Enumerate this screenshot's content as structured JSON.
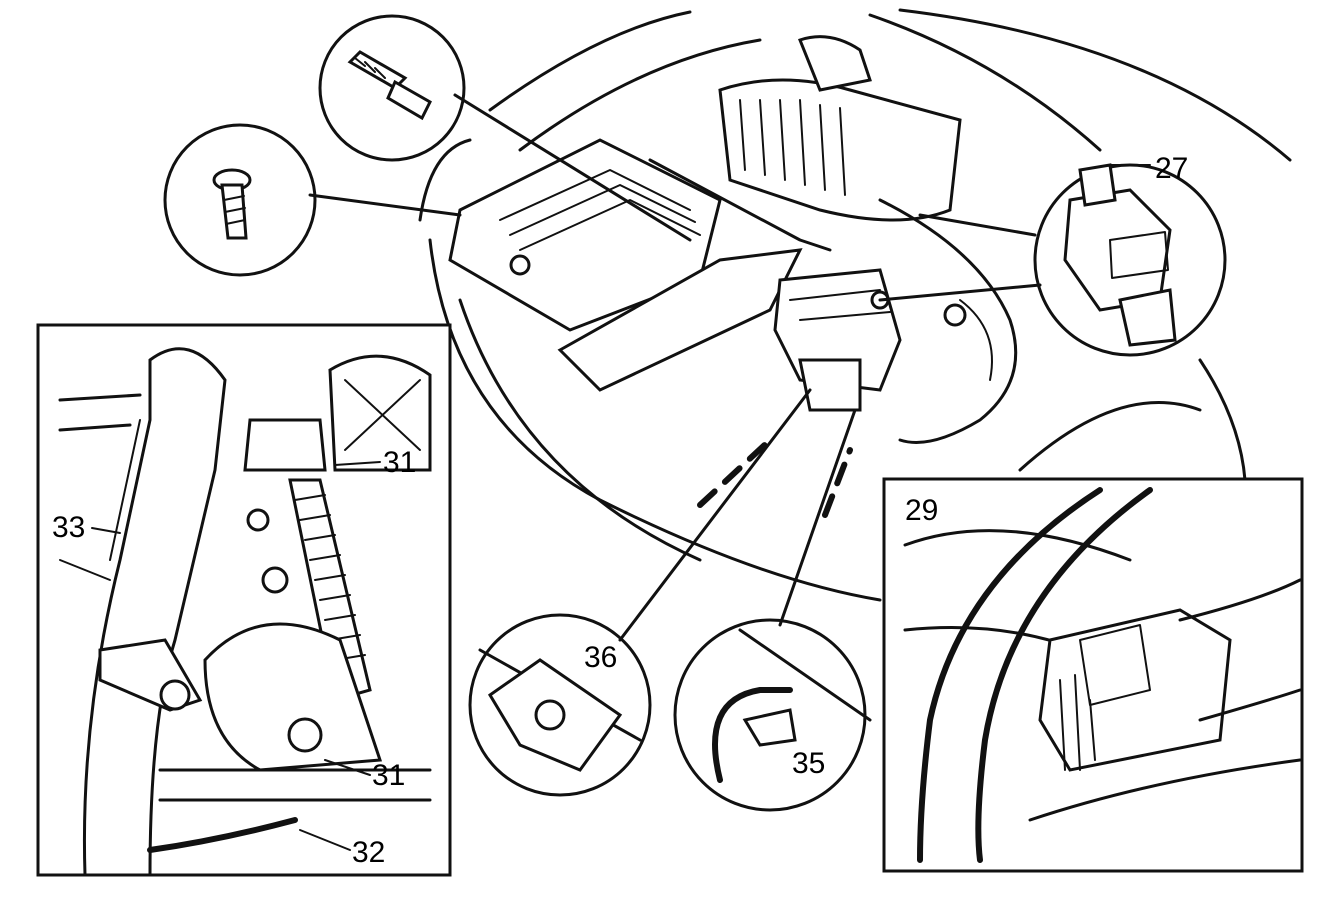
{
  "callouts": {
    "c27": "27",
    "c29": "29",
    "c31a": "31",
    "c31b": "31",
    "c32": "32",
    "c33": "33",
    "c35": "35",
    "c36": "36"
  }
}
